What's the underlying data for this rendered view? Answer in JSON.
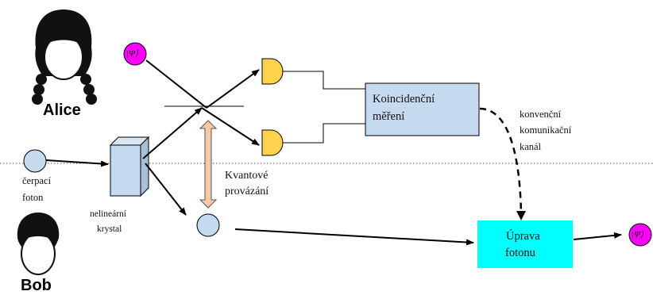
{
  "people": {
    "alice": "Alice",
    "bob": "Bob"
  },
  "state_symbol": "|Ψ⟩",
  "labels": {
    "pump_photon_line1": "čerpací",
    "pump_photon_line2": "foton",
    "crystal_line1": "nelineární",
    "crystal_line2": "krystal",
    "entanglement_line1": "Kvantové",
    "entanglement_line2": "provázání",
    "channel_line1": "konvenční",
    "channel_line2": "komunikační",
    "channel_line3": "kanál"
  },
  "boxes": {
    "coincidence_line1": "Koincidenční",
    "coincidence_line2": "měření",
    "correction_line1": "Úprava",
    "correction_line2": "fotonu"
  },
  "colors": {
    "state_fill": "#ff00ff",
    "detector_fill": "#ffd24d",
    "coincidence_fill": "#c5d9ef",
    "correction_fill": "#00ffff",
    "photon_fill": "#c5d9ef",
    "entanglement_fill": "#f5c9a7"
  }
}
